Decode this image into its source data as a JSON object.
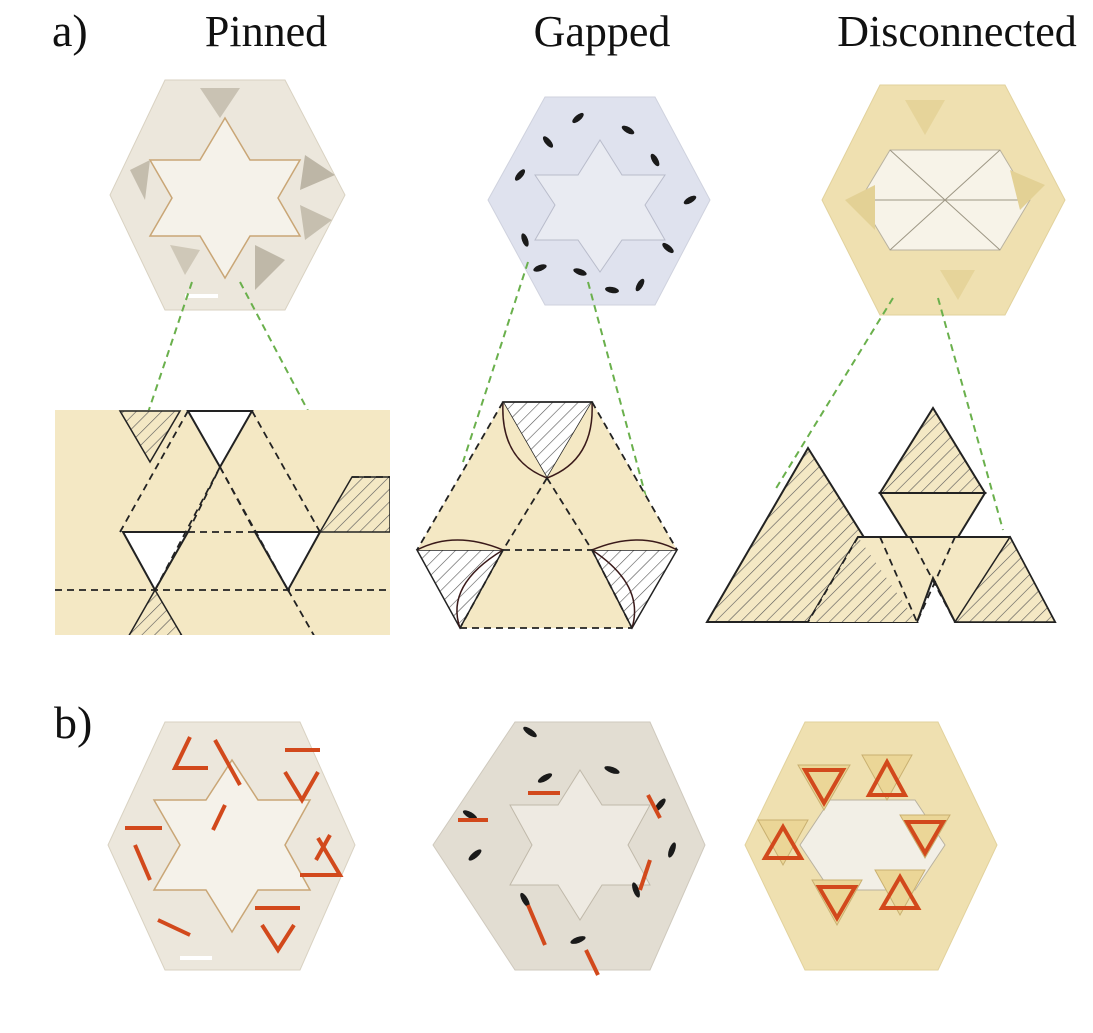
{
  "panel_labels": {
    "a": "a)",
    "b": "b)"
  },
  "columns": [
    {
      "id": "pinned",
      "title": "Pinned"
    },
    {
      "id": "gapped",
      "title": "Gapped"
    },
    {
      "id": "disconnected",
      "title": "Disconnected"
    }
  ],
  "colors": {
    "paper": "#f4e8c4",
    "photo_white": "#ece7dc",
    "photo_blue": "#dfe2ee",
    "photo_gold": "#efe0b0",
    "edge": "#222222",
    "hatch": "#555555",
    "connector": "#6ab04c",
    "hinge_marker": "#d2491c"
  }
}
